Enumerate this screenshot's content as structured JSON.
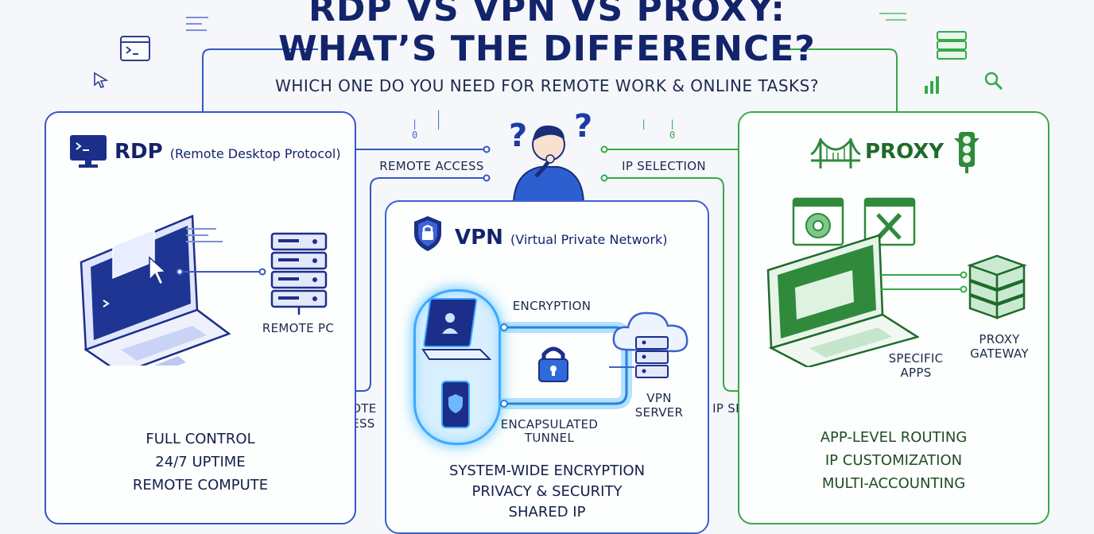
{
  "header": {
    "title_line1": "RDP VS VPN VS PROXY:",
    "title_line2": "WHAT’S THE DIFFERENCE?",
    "subtitle": "WHICH ONE DO YOU NEED FOR REMOTE WORK & ONLINE TASKS?"
  },
  "rdp": {
    "name": "RDP",
    "full_name": "(Remote Desktop Protocol)",
    "remote_pc_label": "REMOTE PC",
    "features": [
      "FULL CONTROL",
      "24/7 UPTIME",
      "REMOTE COMPUTE"
    ],
    "color": "#3856c6"
  },
  "vpn": {
    "name": "VPN",
    "full_name": "(Virtual Private Network)",
    "encryption_label": "ENCRYPTION",
    "tunnel_label_1": "ENCAPSULATED",
    "tunnel_label_2": "TUNNEL",
    "server_label_1": "VPN",
    "server_label_2": "SERVER",
    "features": [
      "SYSTEM-WIDE ENCRYPTION",
      "PRIVACY & SECURITY",
      "SHARED IP"
    ],
    "color": "#3c63cc"
  },
  "proxy": {
    "name": "PROXY",
    "apps_label_1": "SPECIFIC",
    "apps_label_2": "APPS",
    "gateway_label_1": "PROXY",
    "gateway_label_2": "GATEWAY",
    "features": [
      "APP-LEVEL ROUTING",
      "IP CUSTOMIZATION",
      "MULTI-ACCOUNTING"
    ],
    "color": "#36a94a"
  },
  "connectors": {
    "remote_access_top": "REMOTE ACCESS",
    "ip_selection_top": "IP SELECTION",
    "remote_access_bottom_1": "REMOTE",
    "remote_access_bottom_2": "ACCESS",
    "ip_selection_bottom": "IP SELECTION"
  },
  "icons": [
    "terminal-icon",
    "cursor-icon",
    "database-icon",
    "search-icon",
    "bar-chart-icon",
    "monitor-icon",
    "shield-lock-icon",
    "bridge-icon",
    "traffic-light-icon",
    "person-thinking-icon",
    "laptop-icon",
    "server-icon",
    "cloud-icon",
    "padlock-icon",
    "phone-icon",
    "browser-icon",
    "tools-icon"
  ]
}
